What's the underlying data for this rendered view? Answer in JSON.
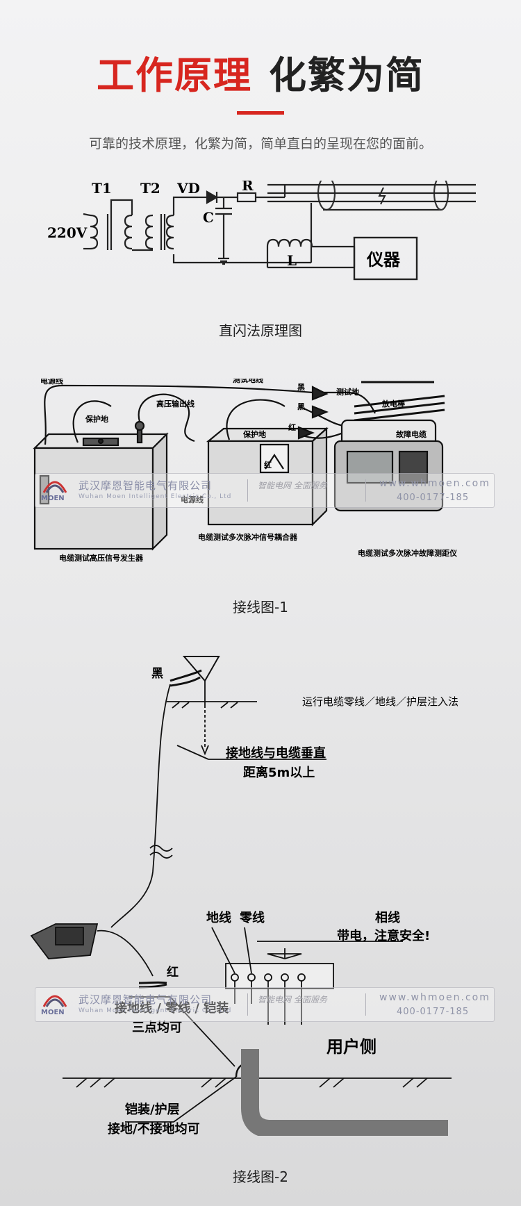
{
  "header": {
    "title_red": "工作原理",
    "title_black": "化繁为简",
    "subtitle": "可靠的技术原理，化繁为简，简单直白的呈现在您的面前。"
  },
  "diagram1": {
    "labels": {
      "t1": "T1",
      "t2": "T2",
      "vd": "VD",
      "r": "R",
      "v220": "220V",
      "c": "C",
      "l": "L",
      "instrument": "仪器"
    },
    "caption": "直闪法原理图"
  },
  "diagram2": {
    "labels": {
      "power_line": "电源线",
      "test_ground_line": "测试地线",
      "black": "黑",
      "test_ground": "测试地",
      "protect_ground_1": "保护地",
      "hv_output_line": "高压输出线",
      "discharge_rod": "放电棒",
      "black2": "黑",
      "red": "红",
      "red2": "红",
      "protect_ground_2": "保护地",
      "fault_cable": "故障电缆",
      "power_line_2": "电源线",
      "hv_generator": "电缆测试高压信号发生器",
      "coupler": "电缆测试多次脉冲信号耦合器",
      "locator": "电缆测试多次脉冲故障测距仪"
    },
    "caption": "接线图-1"
  },
  "diagram3": {
    "labels": {
      "black": "黑",
      "method": "运行电缆零线／地线／护层注入法",
      "perp_line1": "接地线与电缆垂直",
      "perp_line2": "距离5m以上",
      "ground_wire": "地线",
      "neutral_wire": "零线",
      "phase_wire": "相线",
      "live_warning": "带电，注意安全!",
      "red": "红",
      "three_point1": "接地线 / 零线 / 铠装",
      "three_point2": "三点均可",
      "user_side": "用户侧",
      "armor1": "铠装/护层",
      "armor2": "接地/不接地均可"
    },
    "caption": "接线图-2"
  },
  "watermark": {
    "company_cn": "武汉摩恩智能电气有限公司",
    "company_en": "Wuhan Moen Intelligent Electric Co., Ltd",
    "logo_text": "MOEN",
    "slogan": "智能电网 全面服务",
    "website": "www.whmoen.com",
    "phone": "400-0177-185"
  },
  "colors": {
    "accent": "#d7261f",
    "text": "#222222"
  }
}
